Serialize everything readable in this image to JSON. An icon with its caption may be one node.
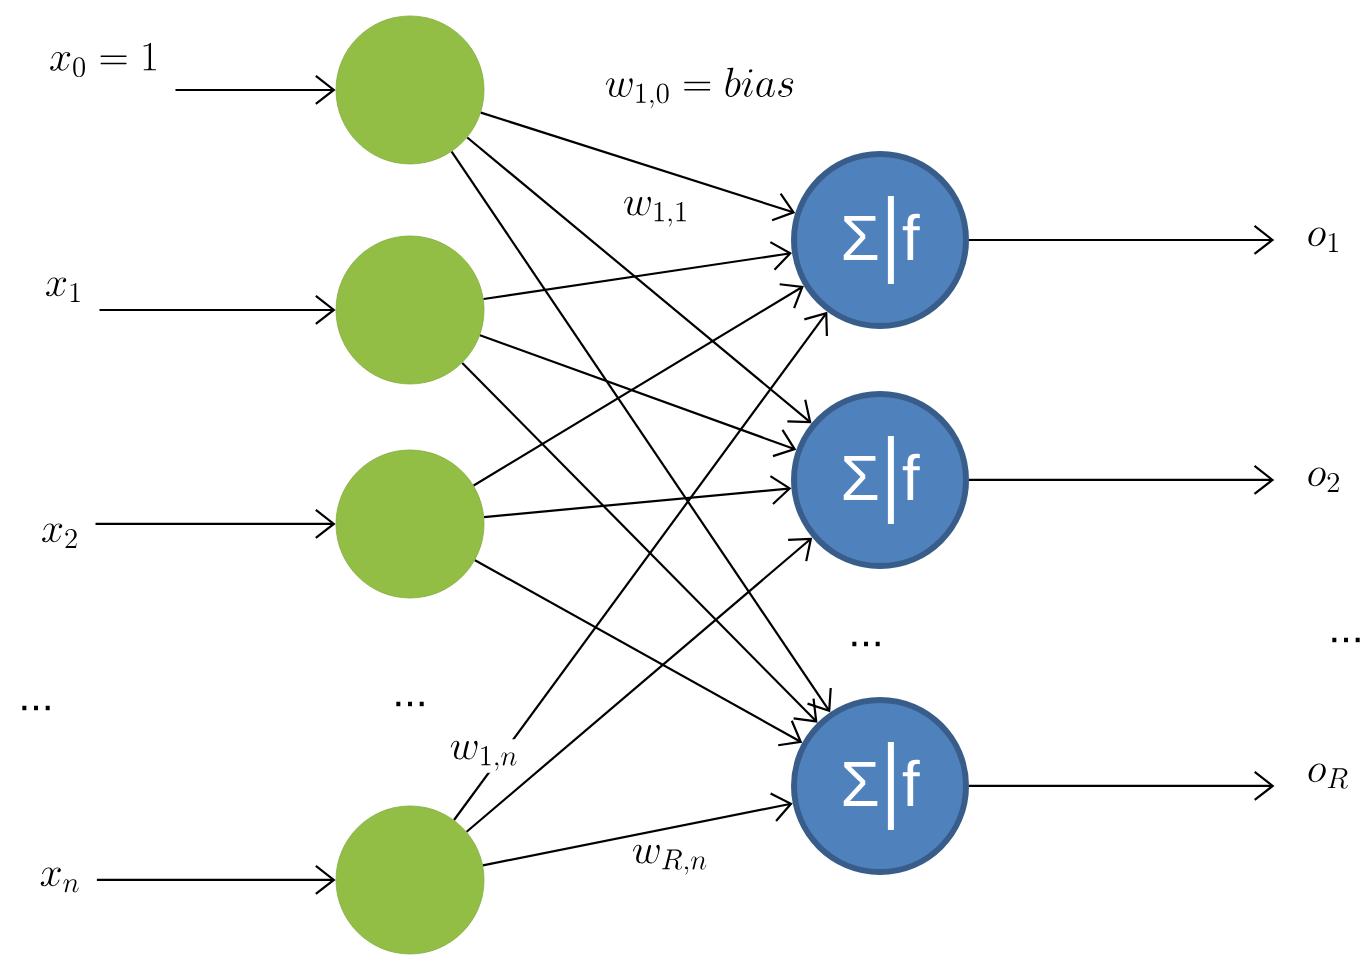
{
  "diagram": {
    "nodes": [
      {
        "text": [
          "x_0 = 1"
        ]
      },
      {
        "text": [
          "x_1"
        ]
      },
      {
        "text": [
          "x_2"
        ]
      },
      {
        "text": [
          "x_n"
        ]
      },
      {
        "text": [],
        "shape": "circle"
      },
      {
        "text": [],
        "shape": "circle"
      },
      {
        "text": [],
        "shape": "circle"
      },
      {
        "text": [],
        "shape": "circle"
      },
      {
        "text": [
          "Σ",
          "f"
        ]
      },
      {
        "text": [
          "Σ",
          "f"
        ]
      },
      {
        "text": [
          "Σ",
          "f"
        ]
      },
      {
        "text": [
          "o_1"
        ]
      },
      {
        "text": [
          "o_2"
        ]
      },
      {
        "text": [
          "o_R"
        ]
      }
    ],
    "edges": [
      {
        "from": 0,
        "to": 4,
        "arrow": "to"
      },
      {
        "from": 1,
        "to": 5,
        "arrow": "to"
      },
      {
        "from": 2,
        "to": 6,
        "arrow": "to"
      },
      {
        "from": 3,
        "to": 7,
        "arrow": "to"
      },
      {
        "from": 4,
        "to": 8,
        "arrow": "to"
      },
      {
        "from": 4,
        "to": 9,
        "arrow": "to"
      },
      {
        "from": 4,
        "to": 10,
        "arrow": "to"
      },
      {
        "from": 5,
        "to": 8,
        "arrow": "to"
      },
      {
        "from": 5,
        "to": 9,
        "arrow": "to"
      },
      {
        "from": 5,
        "to": 10,
        "arrow": "to"
      },
      {
        "from": 6,
        "to": 8,
        "arrow": "to"
      },
      {
        "from": 6,
        "to": 9,
        "arrow": "to"
      },
      {
        "from": 6,
        "to": 10,
        "arrow": "to"
      },
      {
        "from": 7,
        "to": 8,
        "arrow": "to"
      },
      {
        "from": 7,
        "to": 9,
        "arrow": "to"
      },
      {
        "from": 7,
        "to": 10,
        "arrow": "to"
      },
      {
        "from": 8,
        "to": 11,
        "arrow": "to"
      },
      {
        "from": 9,
        "to": 12,
        "arrow": "to"
      },
      {
        "from": 10,
        "to": 13,
        "arrow": "to"
      }
    ],
    "labels": [
      "w_{1,0} = bias",
      "w_{1,1}",
      "...",
      "...",
      "...",
      "w_{1,n}",
      "...",
      "w_{R,n}"
    ]
  }
}
